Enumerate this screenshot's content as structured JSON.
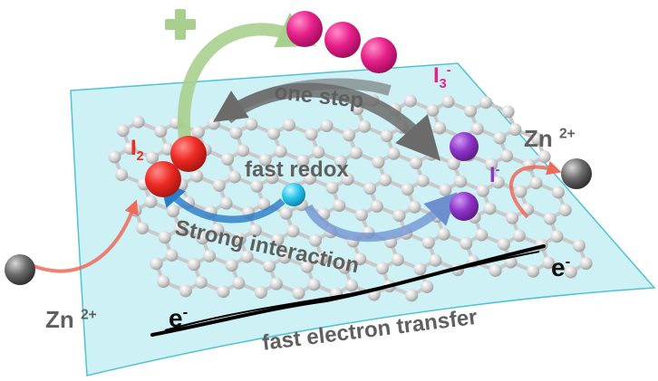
{
  "colors": {
    "sheet": "#c6eef3",
    "sheet_border": "#4fc3d3",
    "lattice": "#c9c9c9",
    "iodine_molecule": "#ee2a24",
    "triiodide": "#e7208a",
    "iodide": "#8f35c9",
    "active_site": "#2cc6ef",
    "zinc_ion": "#555555",
    "one_step_arrow": "#6b6b6b",
    "plus_arrow": "#a9cf8e",
    "interaction_arrow": "#2a7cc7",
    "zn_arrow": "#ef6a5a",
    "electron_path": "#000000"
  },
  "labels": {
    "i2": {
      "symbol": "I",
      "sub": "2"
    },
    "i3": {
      "symbol": "I",
      "sub": "3",
      "sup": "-"
    },
    "iodide": {
      "symbol": "I",
      "sup": "-"
    },
    "zn_right": {
      "symbol": "Zn",
      "sup": "2+"
    },
    "zn_left": {
      "symbol": "Zn",
      "sup": "2+"
    },
    "electron_right": {
      "symbol": "e",
      "sup": "-"
    },
    "electron_left": {
      "symbol": "e",
      "sup": "-"
    },
    "one_step": "one step",
    "fast_redox": "fast redox",
    "strong_interaction": "Strong interaction",
    "fast_electron_transfer": "fast electron transfer",
    "plus_sign": "plus-sign-icon"
  }
}
